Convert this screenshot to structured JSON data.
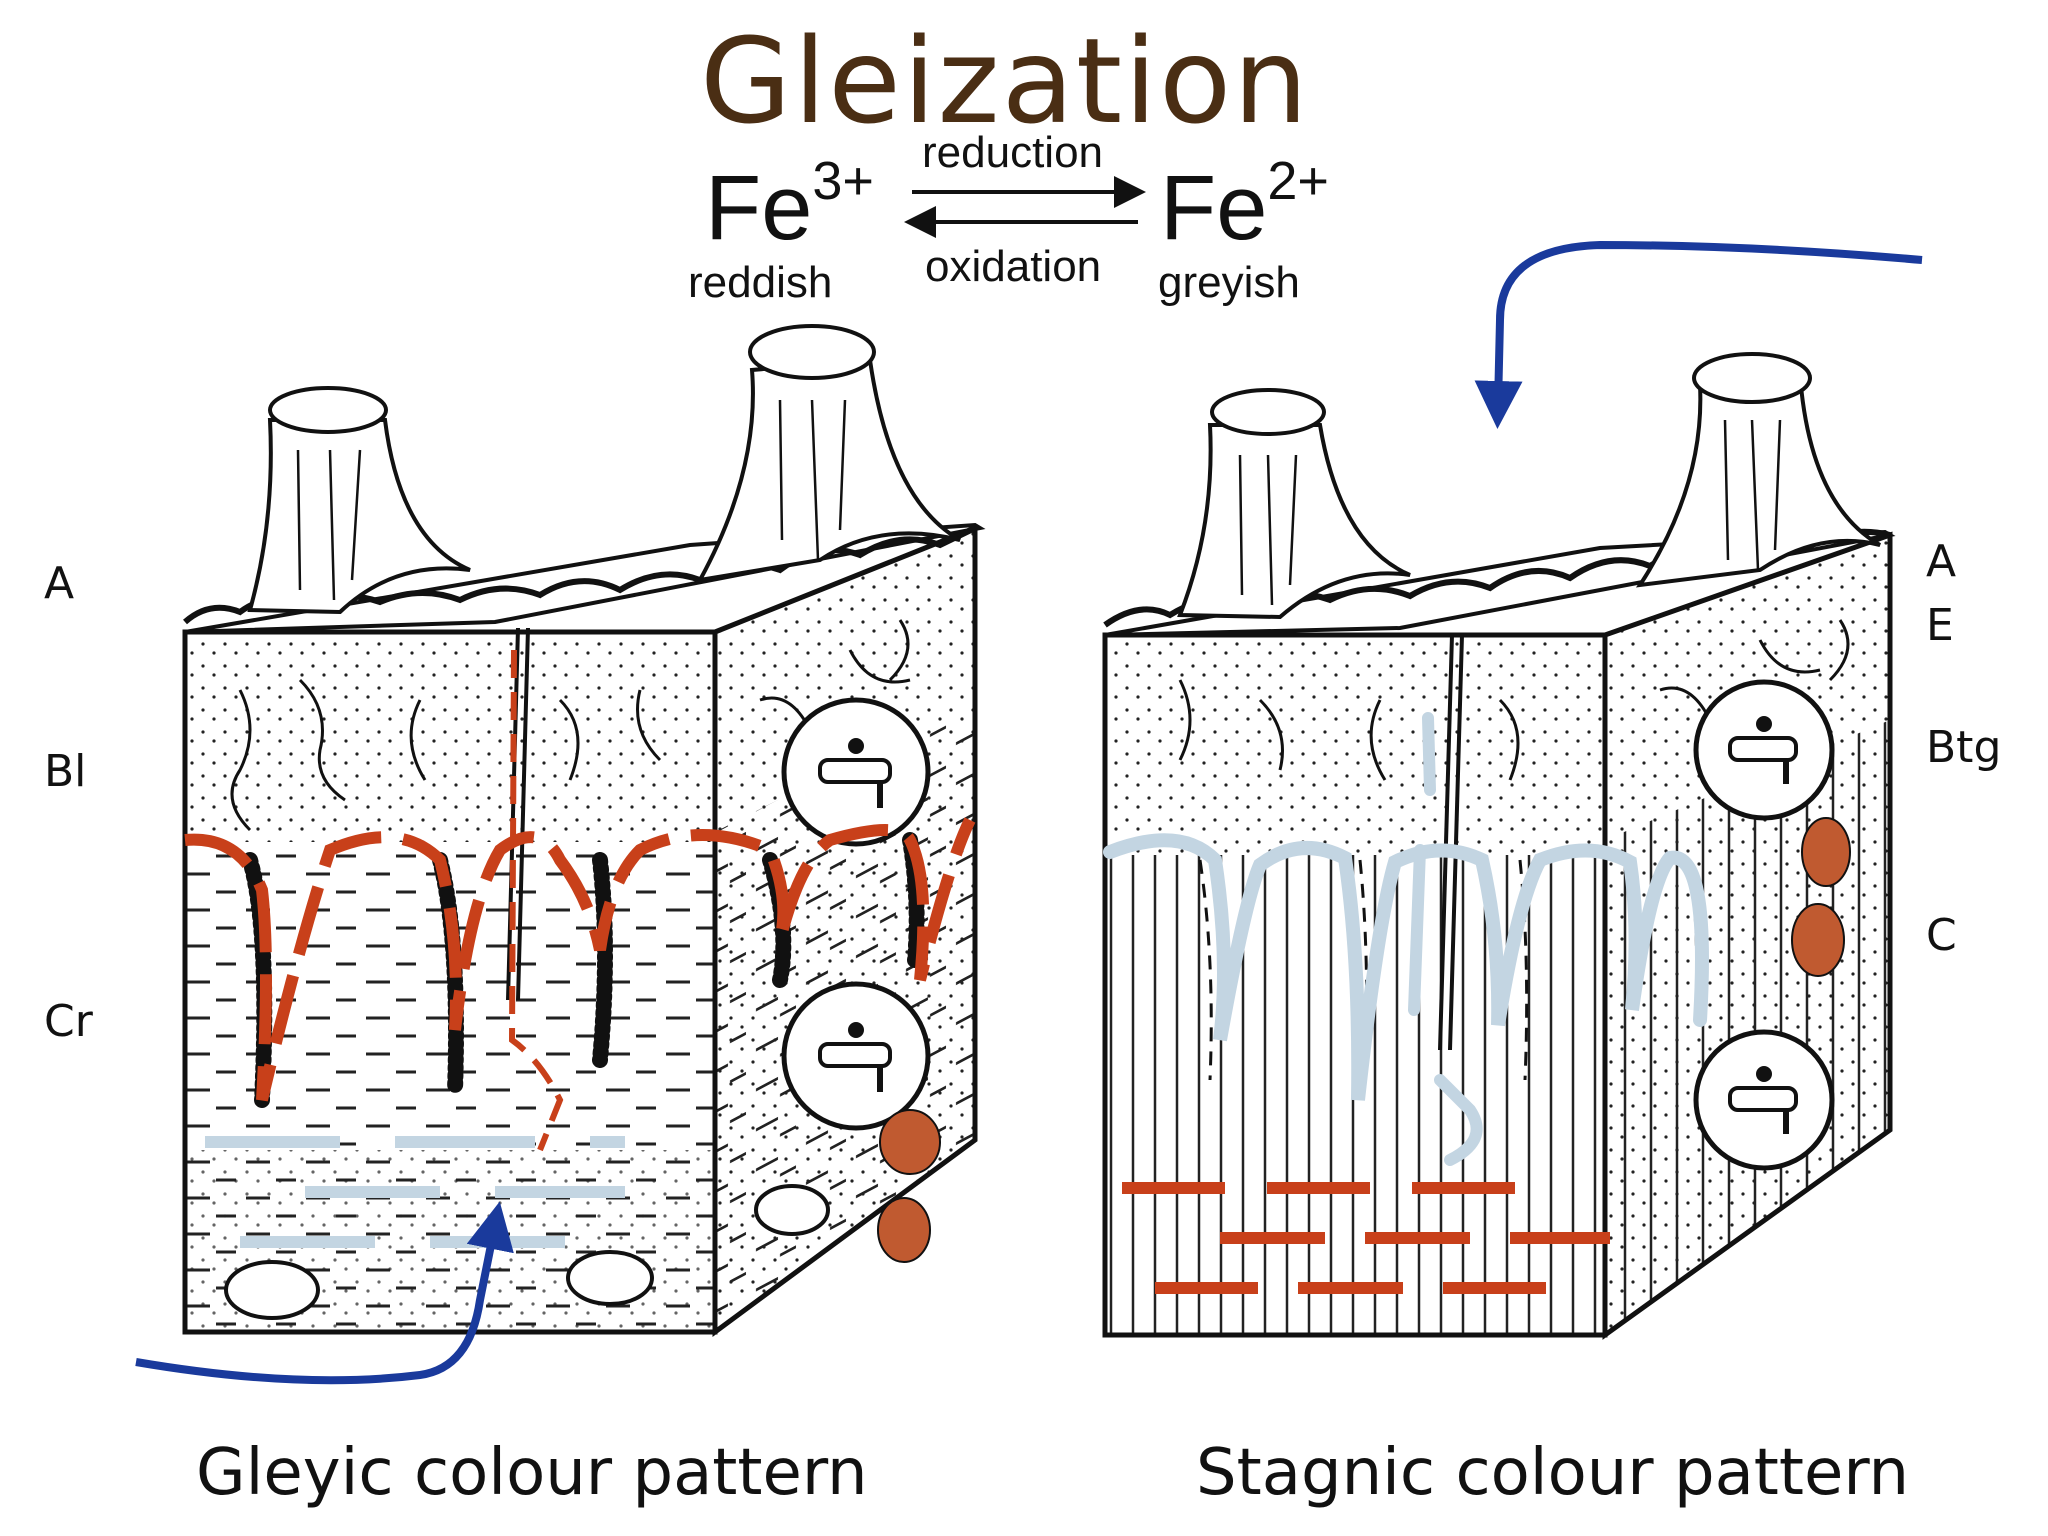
{
  "title": "Gleization",
  "equation": {
    "left_ion": "Fe",
    "left_charge": "3+",
    "right_ion": "Fe",
    "right_charge": "2+",
    "forward": "reduction",
    "reverse": "oxidation",
    "left_colour": "reddish",
    "right_colour": "greyish"
  },
  "left_horizons": [
    "A",
    "Bl",
    "Cr"
  ],
  "right_horizons": [
    "A",
    "E",
    "Btg",
    "C"
  ],
  "captions": {
    "left": "Gleyic colour pattern",
    "right": "Stagnic colour pattern"
  },
  "colors": {
    "title": "#4a2e14",
    "rust": "#c8401a",
    "mottle": "#c05a30",
    "grey": "#c3d5e2",
    "arrow": "#1a3a9c"
  }
}
